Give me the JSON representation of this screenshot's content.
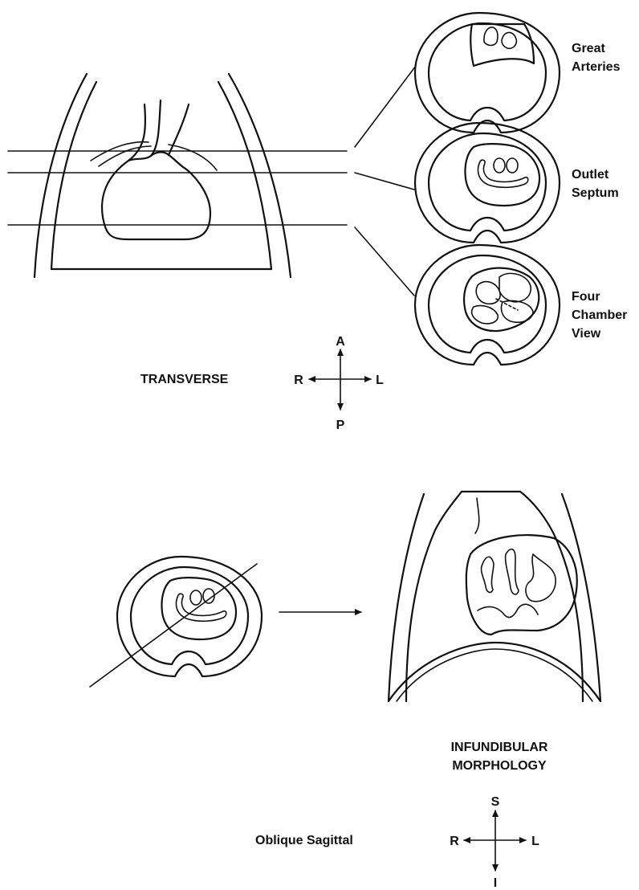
{
  "transverse": {
    "section_labels": {
      "great_arteries": [
        "Great",
        "Arteries"
      ],
      "outlet_septum": [
        "Outlet",
        "Septum"
      ],
      "four_chamber": [
        "Four",
        "Chamber",
        "View"
      ]
    },
    "plane_label": "TRANSVERSE",
    "compass": {
      "up": "A",
      "down": "P",
      "left": "R",
      "right": "L"
    }
  },
  "oblique": {
    "result_label": [
      "INFUNDIBULAR",
      "MORPHOLOGY"
    ],
    "plane_label": "Oblique Sagittal",
    "compass": {
      "up": "S",
      "down": "I",
      "left": "R",
      "right": "L"
    }
  }
}
